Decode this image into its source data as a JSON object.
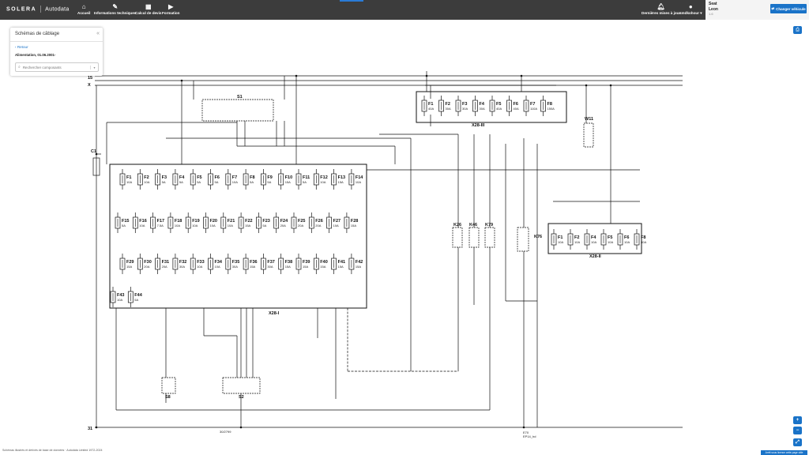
{
  "header": {
    "logo_text": "SOLERA",
    "brand_text": "Autodata",
    "nav": [
      {
        "label": "Accueil",
        "icon": "home-icon"
      },
      {
        "label": "Informations techniques",
        "icon": "wrench-icon"
      },
      {
        "label": "Calcul de devis",
        "icon": "calculator-icon"
      },
      {
        "label": "Formation",
        "icon": "play-icon"
      }
    ],
    "updates_label": "Dernières mises à jour",
    "user_label": "smdkohour",
    "vehicle_make": "Seat",
    "vehicle_model": "Leon",
    "vehicle_detail": "1.6",
    "change_vehicle_label": "Changer véhicule"
  },
  "panel": {
    "title": "Schémas de câblage",
    "back_label": "Retour",
    "section_label": "Alimentation, 01.06.2001-",
    "search_placeholder": "Rechercher composants"
  },
  "diagram": {
    "rails": [
      "15",
      "X",
      "31"
    ],
    "c1": "C1",
    "s1": "S1",
    "x28i": "X28-I",
    "x28ii": "X28-II",
    "x28iii": "X28-III",
    "w11": "W11",
    "s2": "S2",
    "s8": "S8",
    "k26": "K26",
    "k46": "K46",
    "k79": "K79",
    "k76": "K76",
    "ground_ref": "30/2799",
    "e70": "E70",
    "e70_sub": "EP14_hd",
    "fuses_row1": [
      {
        "name": "F1",
        "rating": "10A"
      },
      {
        "name": "F2",
        "rating": "10A"
      },
      {
        "name": "F3",
        "rating": "5A"
      },
      {
        "name": "F4",
        "rating": "5A"
      },
      {
        "name": "F5",
        "rating": "5A"
      },
      {
        "name": "F6",
        "rating": "5A"
      },
      {
        "name": "F7",
        "rating": "10A"
      },
      {
        "name": "F8",
        "rating": "5A"
      },
      {
        "name": "F9",
        "rating": "5A"
      },
      {
        "name": "F10",
        "rating": "15A"
      },
      {
        "name": "F11",
        "rating": "5A"
      },
      {
        "name": "F12",
        "rating": "10A"
      },
      {
        "name": "F13",
        "rating": "15A"
      },
      {
        "name": "F14",
        "rating": "10A"
      }
    ],
    "fuses_row2": [
      {
        "name": "F15",
        "rating": "5A"
      },
      {
        "name": "F16",
        "rating": "10A"
      },
      {
        "name": "F17",
        "rating": "7.5A"
      },
      {
        "name": "F18",
        "rating": "10A"
      },
      {
        "name": "F19",
        "rating": "10A"
      },
      {
        "name": "F20",
        "rating": "10A"
      },
      {
        "name": "F21",
        "rating": "10A"
      },
      {
        "name": "F22",
        "rating": "15A"
      },
      {
        "name": "F23",
        "rating": "5A"
      },
      {
        "name": "F24",
        "rating": "20A"
      },
      {
        "name": "F25",
        "rating": "20A"
      },
      {
        "name": "F26",
        "rating": "20A"
      },
      {
        "name": "F27",
        "rating": "10A"
      },
      {
        "name": "F28",
        "rating": "15A"
      }
    ],
    "fuses_row3": [
      {
        "name": "F29",
        "rating": "15A"
      },
      {
        "name": "F30",
        "rating": "20A"
      },
      {
        "name": "F31",
        "rating": "20A"
      },
      {
        "name": "F32",
        "rating": "30A"
      },
      {
        "name": "F33",
        "rating": "10A"
      },
      {
        "name": "F34",
        "rating": "10A"
      },
      {
        "name": "F35",
        "rating": "30A"
      },
      {
        "name": "F36",
        "rating": "15A"
      },
      {
        "name": "F37",
        "rating": "30A"
      },
      {
        "name": "F38",
        "rating": "15A"
      },
      {
        "name": "F39",
        "rating": "15A"
      },
      {
        "name": "F40",
        "rating": "15A"
      },
      {
        "name": "F41",
        "rating": "15A"
      },
      {
        "name": "F42",
        "rating": "15A"
      }
    ],
    "fuses_row4": [
      {
        "name": "F43",
        "rating": "10A"
      },
      {
        "name": "F44",
        "rating": "5A"
      }
    ],
    "fuses_x28iii": [
      {
        "name": "F1",
        "rating": "40A"
      },
      {
        "name": "F2",
        "rating": "30A"
      },
      {
        "name": "F3",
        "rating": "30A"
      },
      {
        "name": "F4",
        "rating": "30A"
      },
      {
        "name": "F5",
        "rating": "40A"
      },
      {
        "name": "F6",
        "rating": "40A"
      },
      {
        "name": "F7",
        "rating": "110A"
      },
      {
        "name": "F8",
        "rating": "150A"
      }
    ],
    "fuses_x28ii": [
      {
        "name": "F1",
        "rating": "10A"
      },
      {
        "name": "F2",
        "rating": "10A"
      },
      {
        "name": "F4",
        "rating": "10A"
      },
      {
        "name": "F5",
        "rating": "10A"
      },
      {
        "name": "F6",
        "rating": "10A"
      },
      {
        "name": "F8",
        "rating": "30A"
      }
    ]
  },
  "footer": {
    "left_text": "Schémas illustrés et dérivés de base de données · Autodata Limited 1972-2024",
    "right_text": "Arrêt sous licence cette page utile"
  },
  "colors": {
    "topbar": "#3c3c3c",
    "accent": "#1a73c8"
  }
}
